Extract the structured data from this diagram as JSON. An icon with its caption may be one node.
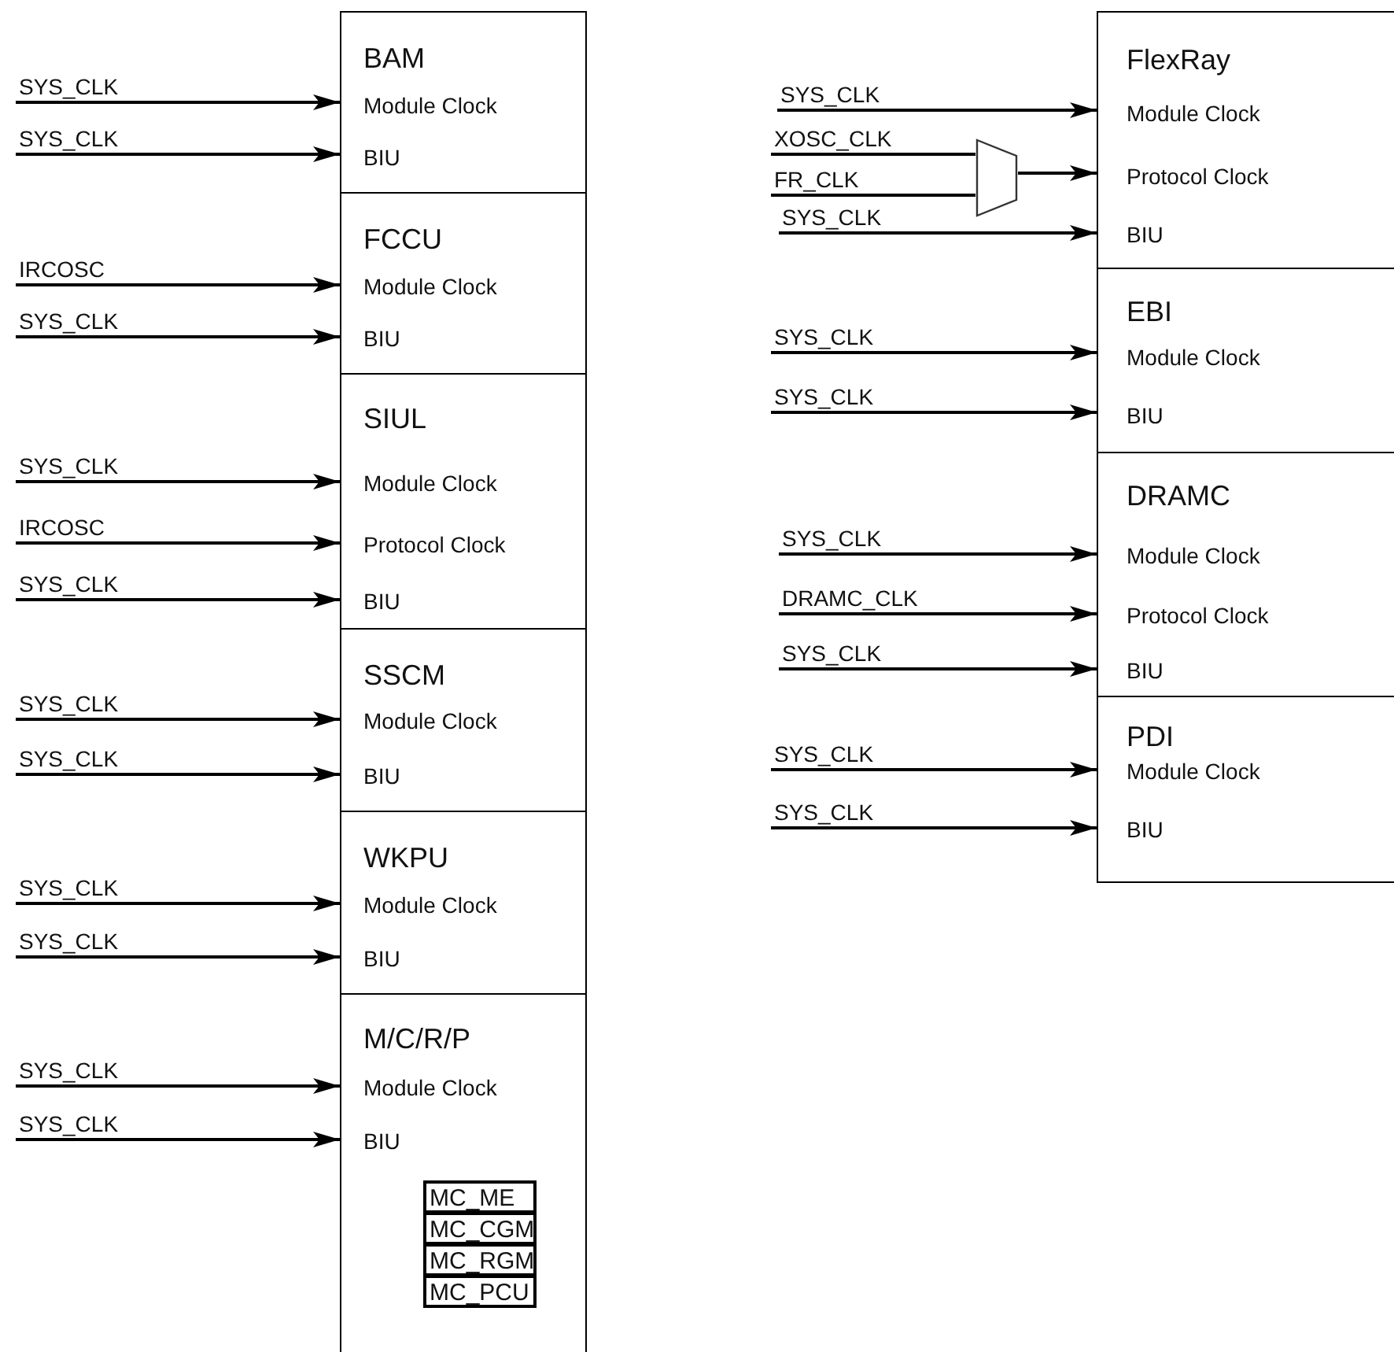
{
  "diagram": {
    "nodes": [
      {
        "text": [
          "BAM",
          "Module Clock",
          "BIU"
        ]
      },
      {
        "text": [
          "FCCU",
          "Module Clock",
          "BIU"
        ]
      },
      {
        "text": [
          "SIUL",
          "Module Clock",
          "Protocol Clock",
          "BIU"
        ]
      },
      {
        "text": [
          "SSCM",
          "Module Clock",
          "BIU"
        ]
      },
      {
        "text": [
          "WKPU",
          "Module Clock",
          "BIU"
        ]
      },
      {
        "text": [
          "M/C/R/P",
          "Module Clock",
          "BIU"
        ]
      },
      {
        "text": [
          "MC_ME"
        ],
        "in": 5
      },
      {
        "text": [
          "MC_CGM"
        ],
        "in": 5
      },
      {
        "text": [
          "MC_RGM"
        ],
        "in": 5
      },
      {
        "text": [
          "MC_PCU"
        ],
        "in": 5
      },
      {
        "text": [
          "FlexRay",
          "Module Clock",
          "Protocol Clock",
          "BIU"
        ]
      },
      {
        "text": [],
        "shape": "trapezoid"
      },
      {
        "text": [
          "EBI",
          "Module Clock",
          "BIU"
        ]
      },
      {
        "text": [
          "DRAMC",
          "Module Clock",
          "Protocol Clock",
          "BIU"
        ]
      },
      {
        "text": [
          "PDI",
          "Module Clock",
          "BIU"
        ]
      }
    ],
    "edges": [
      {
        "from": null,
        "to": 0,
        "arrow": "to",
        "label": "SYS_CLK"
      },
      {
        "from": null,
        "to": 0,
        "arrow": "to",
        "label": "SYS_CLK"
      },
      {
        "from": null,
        "to": 1,
        "arrow": "to",
        "label": "IRCOSC"
      },
      {
        "from": null,
        "to": 1,
        "arrow": "to",
        "label": "SYS_CLK"
      },
      {
        "from": null,
        "to": 2,
        "arrow": "to",
        "label": "SYS_CLK"
      },
      {
        "from": null,
        "to": 2,
        "arrow": "to",
        "label": "IRCOSC"
      },
      {
        "from": null,
        "to": 2,
        "arrow": "to",
        "label": "SYS_CLK"
      },
      {
        "from": null,
        "to": 3,
        "arrow": "to",
        "label": "SYS_CLK"
      },
      {
        "from": null,
        "to": 3,
        "arrow": "to",
        "label": "SYS_CLK"
      },
      {
        "from": null,
        "to": 4,
        "arrow": "to",
        "label": "SYS_CLK"
      },
      {
        "from": null,
        "to": 4,
        "arrow": "to",
        "label": "SYS_CLK"
      },
      {
        "from": null,
        "to": 5,
        "arrow": "to",
        "label": "SYS_CLK"
      },
      {
        "from": null,
        "to": 5,
        "arrow": "to",
        "label": "SYS_CLK"
      },
      {
        "from": null,
        "to": 10,
        "arrow": "to",
        "label": "SYS_CLK"
      },
      {
        "from": null,
        "to": 11,
        "arrow": "none",
        "label": "XOSC_CLK"
      },
      {
        "from": null,
        "to": 11,
        "arrow": "none",
        "label": "FR_CLK"
      },
      {
        "from": 11,
        "to": 10,
        "arrow": "to"
      },
      {
        "from": null,
        "to": 10,
        "arrow": "to",
        "label": "SYS_CLK"
      },
      {
        "from": null,
        "to": 12,
        "arrow": "to",
        "label": "SYS_CLK"
      },
      {
        "from": null,
        "to": 12,
        "arrow": "to",
        "label": "SYS_CLK"
      },
      {
        "from": null,
        "to": 13,
        "arrow": "to",
        "label": "SYS_CLK"
      },
      {
        "from": null,
        "to": 13,
        "arrow": "to",
        "label": "DRAMC_CLK"
      },
      {
        "from": null,
        "to": 13,
        "arrow": "to",
        "label": "SYS_CLK"
      },
      {
        "from": null,
        "to": 14,
        "arrow": "to",
        "label": "SYS_CLK"
      },
      {
        "from": null,
        "to": 14,
        "arrow": "to",
        "label": "SYS_CLK"
      }
    ]
  }
}
